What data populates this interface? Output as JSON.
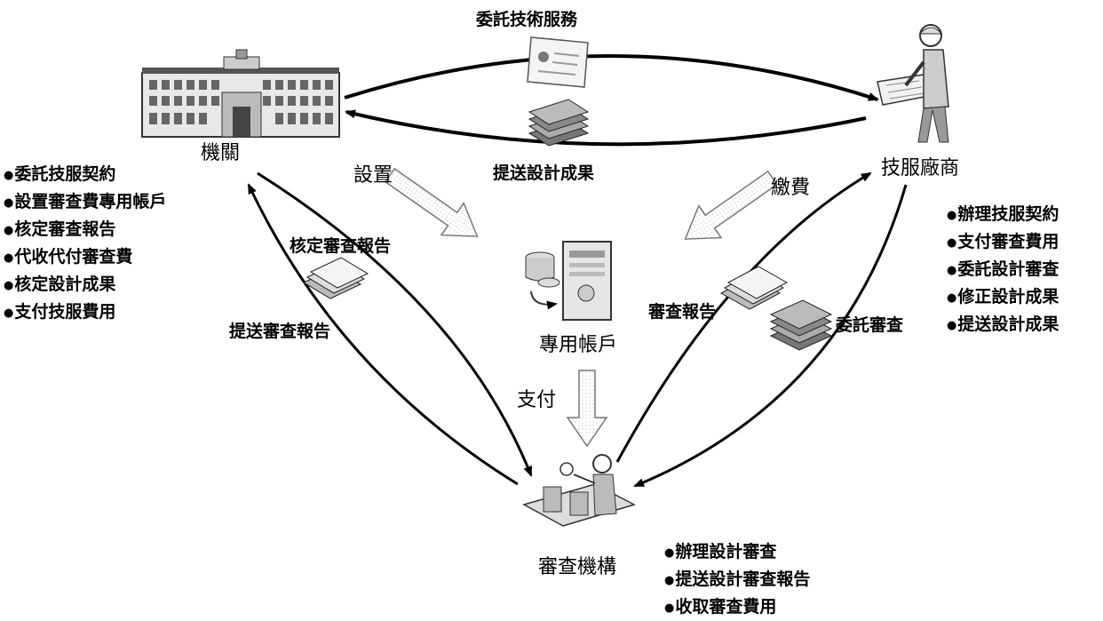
{
  "nodes": {
    "agency": "機關",
    "consultant": "技服廠商",
    "account": "專用帳戶",
    "reviewer": "審查機構"
  },
  "flows": {
    "commission_service": "委託技術服務",
    "submit_design": "提送設計成果",
    "setup": "設置",
    "pay_fee": "繳費",
    "approve_report": "核定審查報告",
    "submit_review_report": "提送審查報告",
    "review_report": "審查報告",
    "commission_review": "委託審查",
    "pay": "支付"
  },
  "agency_duties": [
    "委託技服契約",
    "設置審查費專用帳戶",
    "核定審查報告",
    "代收代付審查費",
    "核定設計成果",
    "支付技服費用"
  ],
  "consultant_duties": [
    "辦理技服契約",
    "支付審查費用",
    "委託設計審查",
    "修正設計成果",
    "提送設計成果"
  ],
  "reviewer_duties": [
    "辦理設計審查",
    "提送設計審查報告",
    "收取審查費用"
  ]
}
